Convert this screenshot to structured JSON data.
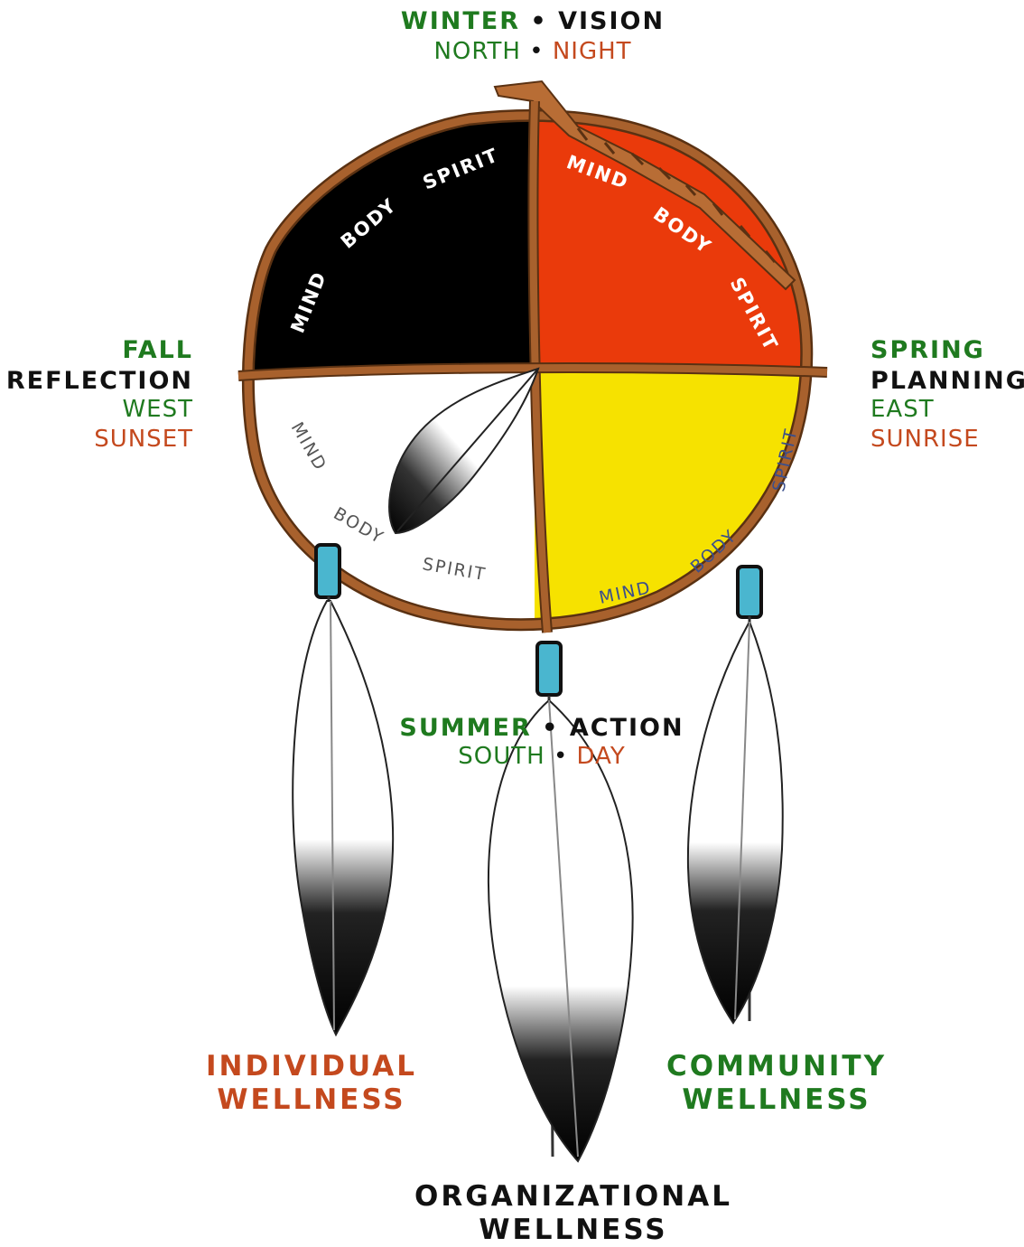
{
  "north": {
    "season": "WINTER",
    "theme": "VISION",
    "direction": "NORTH",
    "time": "NIGHT"
  },
  "west": {
    "season": "FALL",
    "theme": "REFLECTION",
    "direction": "WEST",
    "time": "SUNSET"
  },
  "east": {
    "season": "SPRING",
    "theme": "PLANNING",
    "direction": "EAST",
    "time": "SUNRISE"
  },
  "south": {
    "season": "SUMMER",
    "theme": "ACTION",
    "direction": "SOUTH",
    "time": "DAY"
  },
  "separator": "•",
  "quadrant_words": {
    "mind": "MIND",
    "body": "BODY",
    "spirit": "SPIRIT"
  },
  "wellness": {
    "individual": [
      "INDIVIDUAL",
      "WELLNESS"
    ],
    "organizational": [
      "ORGANIZATIONAL",
      "WELLNESS"
    ],
    "community": [
      "COMMUNITY",
      "WELLNESS"
    ]
  },
  "colors": {
    "north_quadrant": "#000000",
    "east_quadrant": "#ea3a0b",
    "south_quadrant": "#f6e200",
    "west_quadrant": "#ffffff",
    "hoop": "#a8612d",
    "bead": "#4ab6cf",
    "green_text": "#1f7a1f",
    "rust_text": "#c4491e"
  }
}
